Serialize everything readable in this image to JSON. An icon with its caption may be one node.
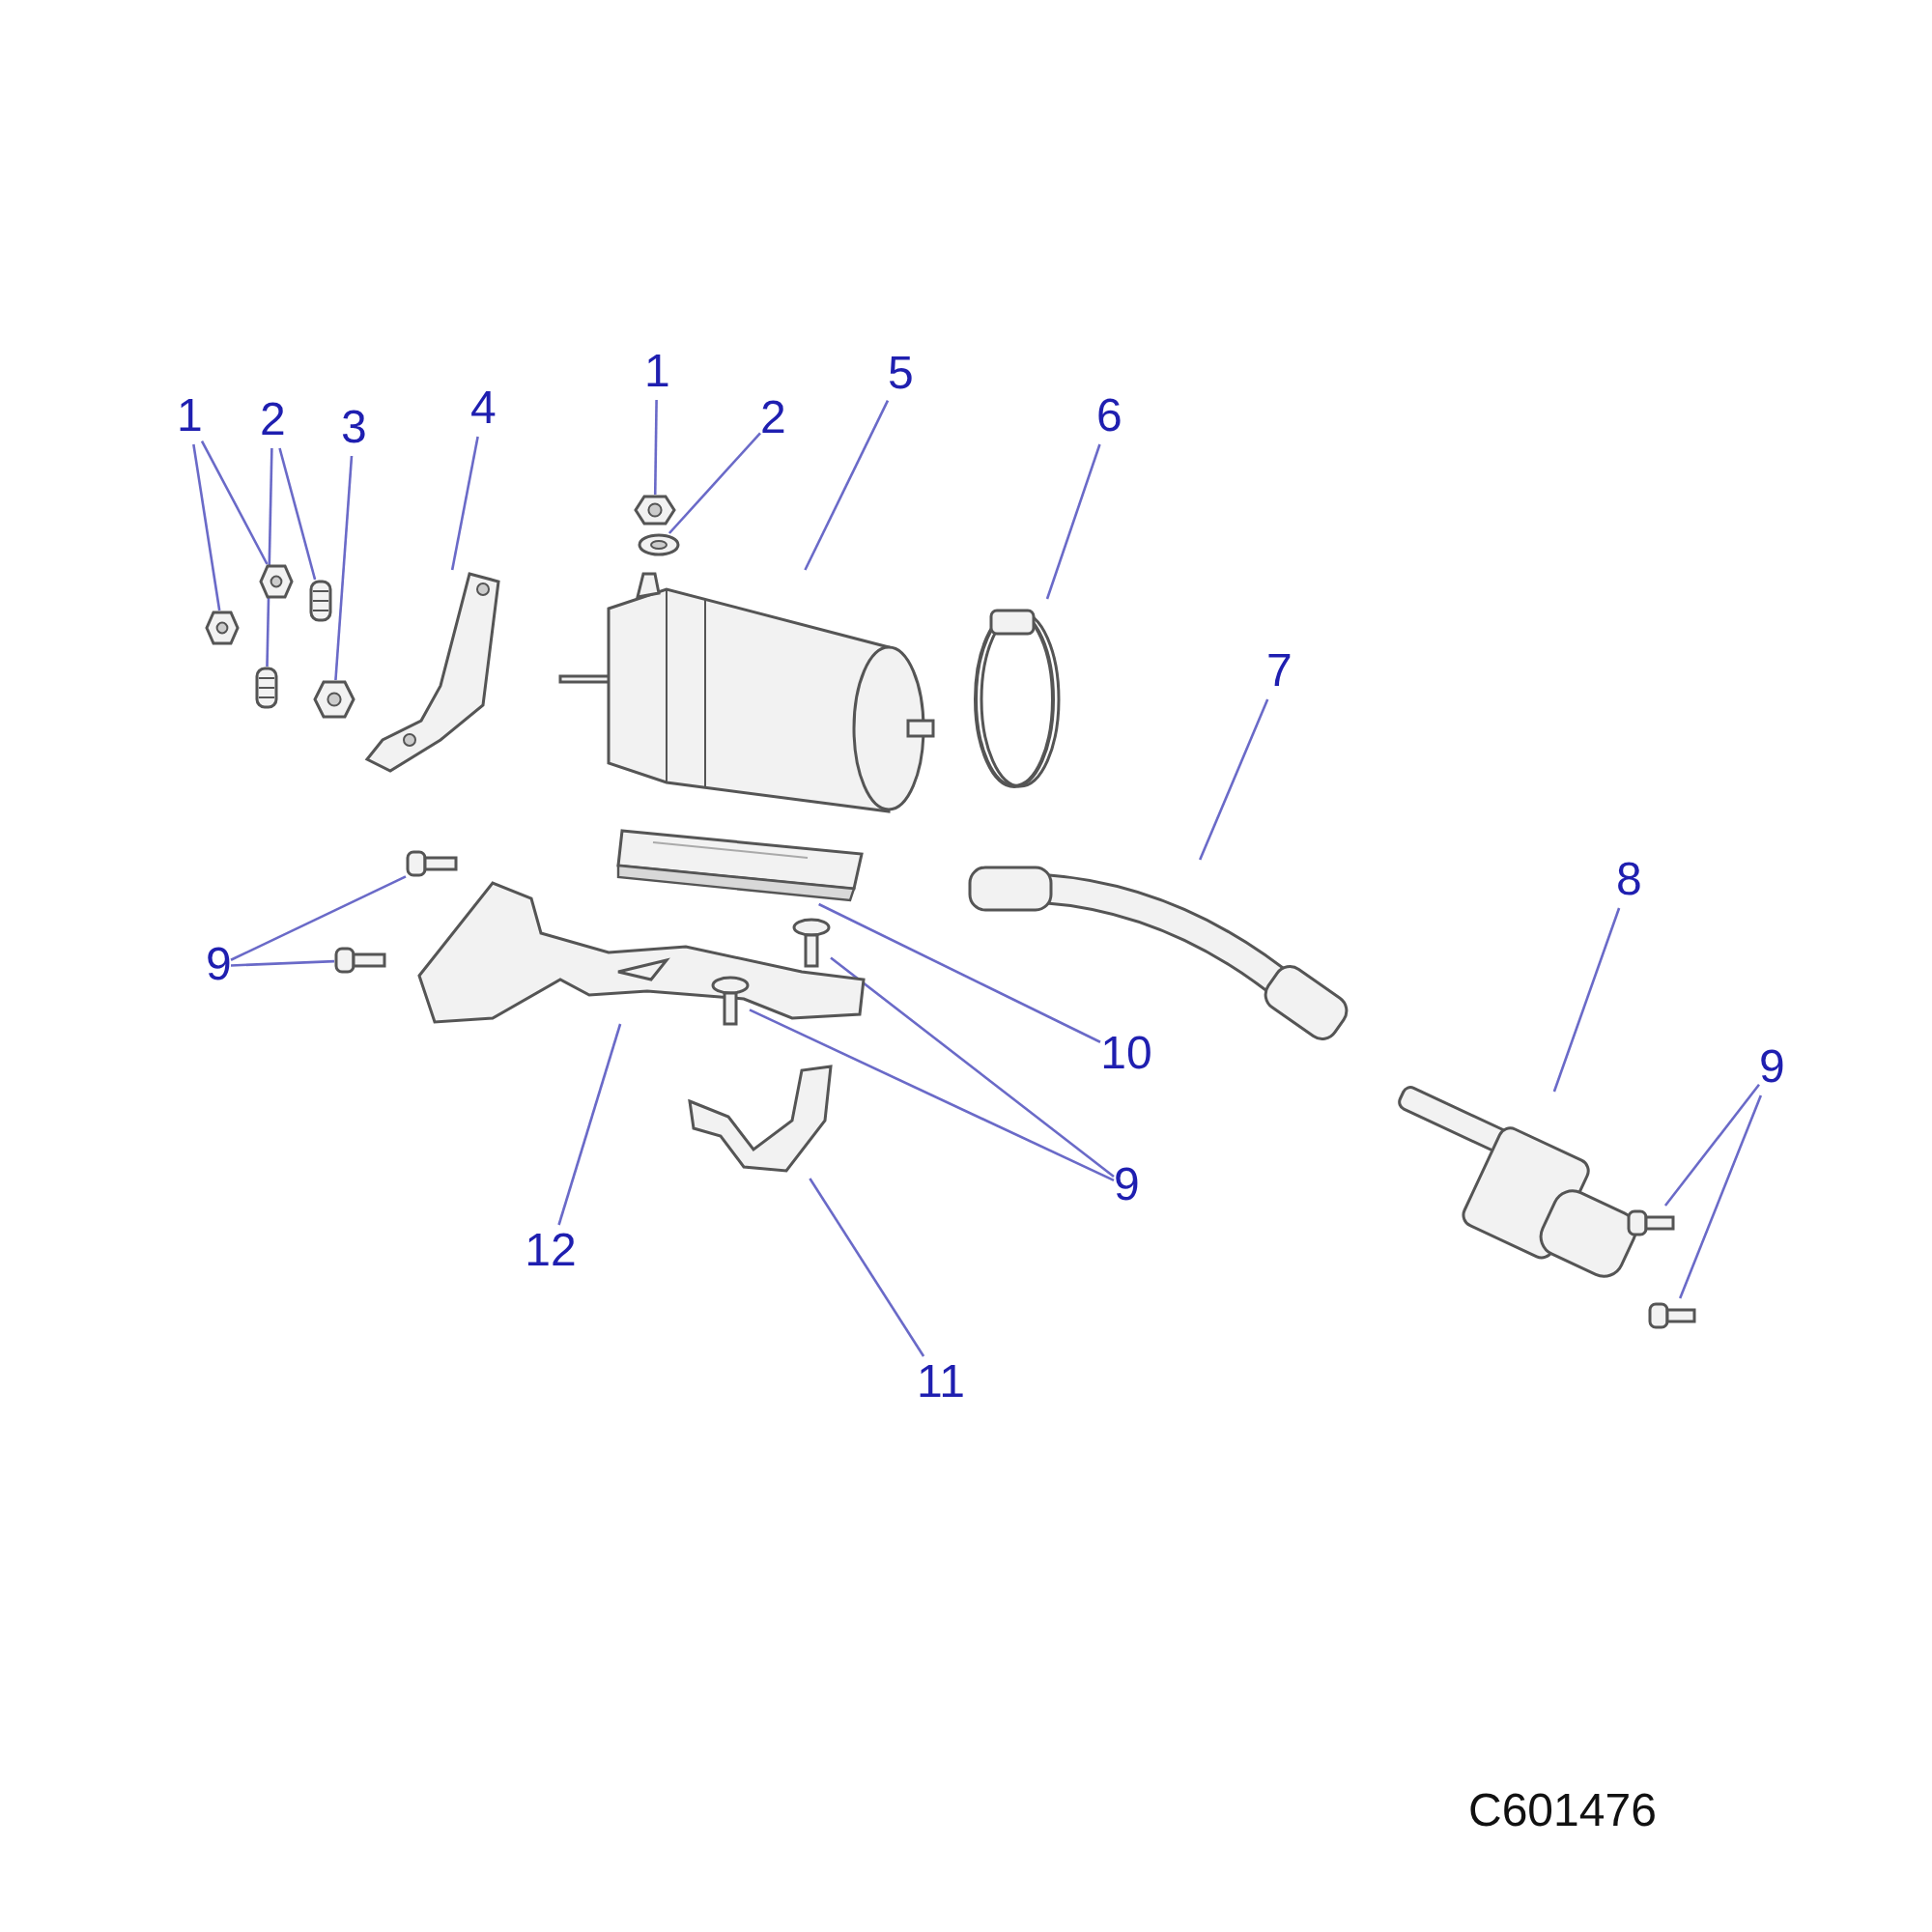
{
  "diagram": {
    "nodes": [
      {
        "text": [
          "1"
        ]
      },
      {
        "text": [
          "2"
        ]
      },
      {
        "text": [
          "3"
        ]
      },
      {
        "text": [
          "4"
        ]
      },
      {
        "text": [
          "1"
        ]
      },
      {
        "text": [
          "2"
        ]
      },
      {
        "text": [
          "5"
        ]
      },
      {
        "text": [
          "6"
        ]
      },
      {
        "text": [
          "7"
        ]
      },
      {
        "text": [
          "8"
        ]
      },
      {
        "text": [
          "9"
        ]
      },
      {
        "text": [
          "10"
        ]
      },
      {
        "text": [
          "9"
        ]
      },
      {
        "text": [
          "9"
        ]
      },
      {
        "text": [
          "12"
        ]
      },
      {
        "text": [
          "11"
        ]
      },
      {
        "text": [],
        "shape": "picture"
      },
      {
        "text": [],
        "shape": "picture"
      },
      {
        "text": [],
        "shape": "picture"
      },
      {
        "text": [],
        "shape": "picture"
      },
      {
        "text": [],
        "shape": "picture"
      },
      {
        "text": [],
        "shape": "picture"
      },
      {
        "text": [],
        "shape": "picture"
      },
      {
        "text": [],
        "shape": "picture"
      },
      {
        "text": [],
        "shape": "picture"
      },
      {
        "text": [],
        "shape": "picture"
      },
      {
        "text": [],
        "shape": "picture"
      },
      {
        "text": [],
        "shape": "picture"
      },
      {
        "text": [],
        "shape": "picture"
      },
      {
        "text": [],
        "shape": "picture"
      },
      {
        "text": [],
        "shape": "picture"
      },
      {
        "text": [],
        "shape": "picture"
      },
      {
        "text": [],
        "shape": "picture"
      },
      {
        "text": [],
        "shape": "picture"
      },
      {
        "text": [],
        "shape": "picture"
      },
      {
        "text": [],
        "shape": "picture"
      },
      {
        "text": [],
        "shape": "picture"
      }
    ],
    "edges": [
      {
        "from": 0,
        "to": 16,
        "arrow": "none"
      },
      {
        "from": 0,
        "to": 17,
        "arrow": "none"
      },
      {
        "from": 1,
        "to": 18,
        "arrow": "none"
      },
      {
        "from": 1,
        "to": 19,
        "arrow": "none"
      },
      {
        "from": 2,
        "to": 20,
        "arrow": "none"
      },
      {
        "from": 3,
        "to": 21,
        "arrow": "none"
      },
      {
        "from": 4,
        "to": 22,
        "arrow": "none"
      },
      {
        "from": 5,
        "to": 23,
        "arrow": "none"
      },
      {
        "from": 6,
        "to": 24,
        "arrow": "none"
      },
      {
        "from": 7,
        "to": 25,
        "arrow": "none"
      },
      {
        "from": 8,
        "to": 26,
        "arrow": "none"
      },
      {
        "from": 9,
        "to": 27,
        "arrow": "none"
      },
      {
        "from": 10,
        "to": 28,
        "arrow": "none"
      },
      {
        "from": 10,
        "to": 29,
        "arrow": "none"
      },
      {
        "from": 11,
        "to": 30,
        "arrow": "none"
      },
      {
        "from": 12,
        "to": 31,
        "arrow": "none"
      },
      {
        "from": 12,
        "to": 32,
        "arrow": "none"
      },
      {
        "from": 13,
        "to": 33,
        "arrow": "none"
      },
      {
        "from": 13,
        "to": 34,
        "arrow": "none"
      },
      {
        "from": 14,
        "to": 35,
        "arrow": "none"
      },
      {
        "from": 15,
        "to": 36,
        "arrow": "none"
      }
    ],
    "labels": [
      "C601476"
    ]
  }
}
